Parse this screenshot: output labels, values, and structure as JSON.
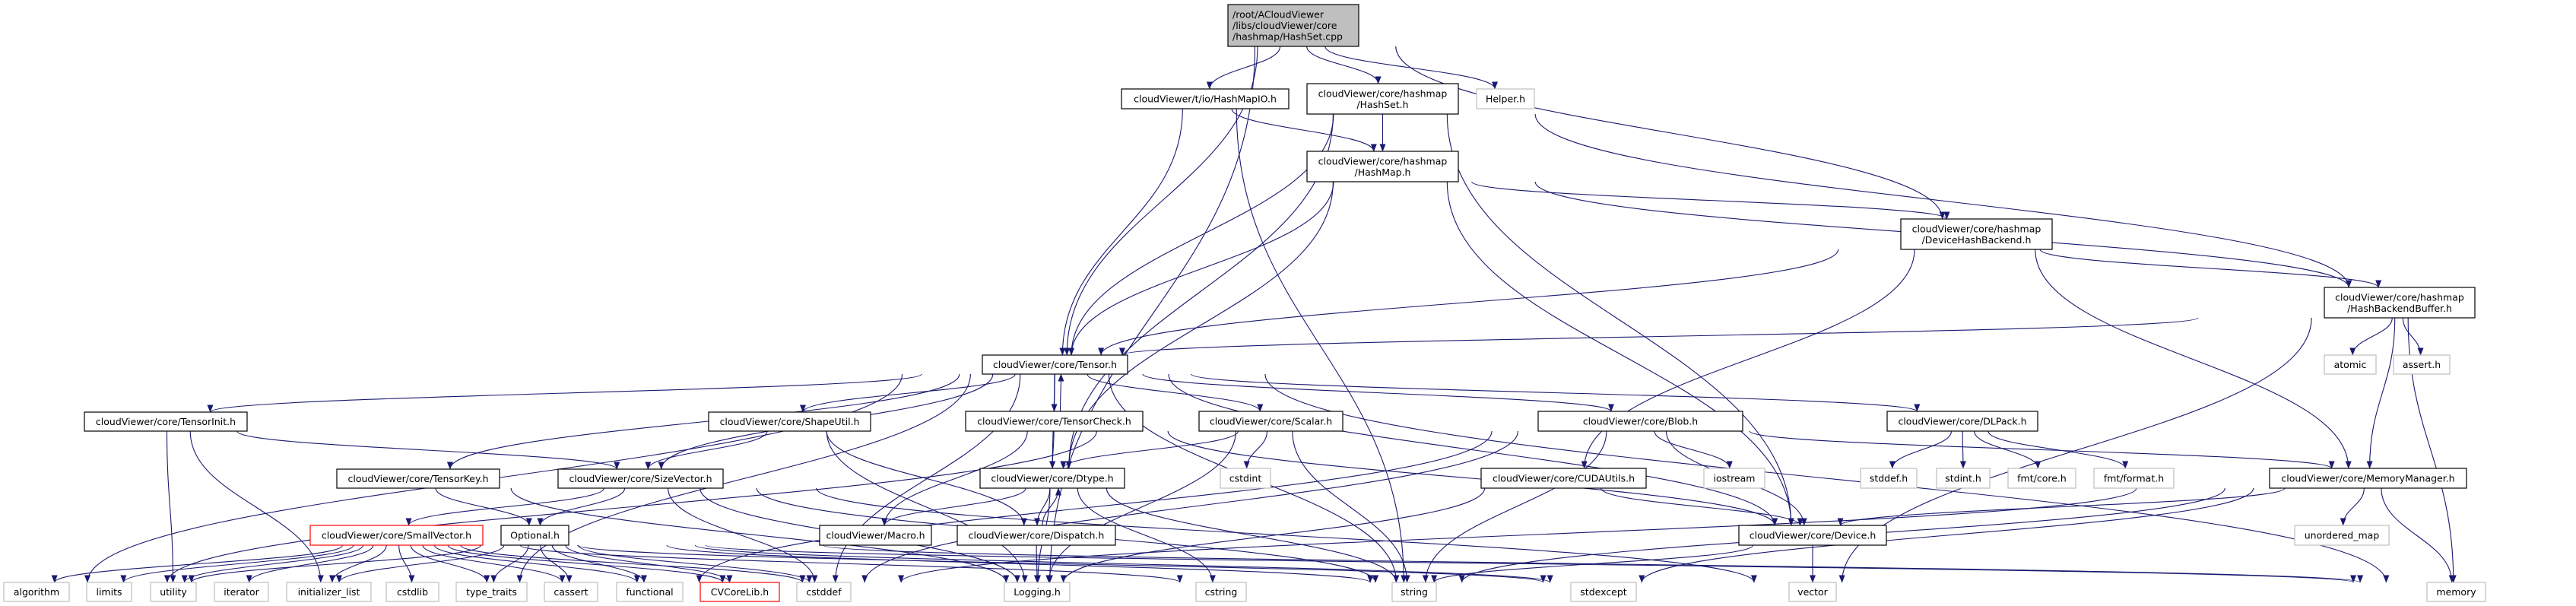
{
  "colors": {
    "edge": "#191970",
    "node_border": "#000000",
    "external_border": "#bfbfbf",
    "truncated_border": "#ff0000",
    "root_fill": "#bfbfbf",
    "node_fill": "#ffffff"
  },
  "nodes": [
    {
      "id": "root",
      "kind": "root",
      "lines": [
        "/root/ACloudViewer",
        "/libs/cloudViewer/core",
        "/hashmap/HashSet.cpp"
      ]
    },
    {
      "id": "hashmapio",
      "kind": "normal",
      "lines": [
        "cloudViewer/t/io/HashMapIO.h"
      ]
    },
    {
      "id": "hashset_h",
      "kind": "normal",
      "lines": [
        "cloudViewer/core/hashmap",
        "/HashSet.h"
      ]
    },
    {
      "id": "helper",
      "kind": "external",
      "lines": [
        "Helper.h"
      ]
    },
    {
      "id": "hashmap_h",
      "kind": "normal",
      "lines": [
        "cloudViewer/core/hashmap",
        "/HashMap.h"
      ]
    },
    {
      "id": "devhash",
      "kind": "normal",
      "lines": [
        "cloudViewer/core/hashmap",
        "/DeviceHashBackend.h"
      ]
    },
    {
      "id": "hbb",
      "kind": "normal",
      "lines": [
        "cloudViewer/core/hashmap",
        "/HashBackendBuffer.h"
      ]
    },
    {
      "id": "tensor",
      "kind": "normal",
      "lines": [
        "cloudViewer/core/Tensor.h"
      ]
    },
    {
      "id": "atomic",
      "kind": "external",
      "lines": [
        "atomic"
      ]
    },
    {
      "id": "assert",
      "kind": "external",
      "lines": [
        "assert.h"
      ]
    },
    {
      "id": "tensorinit",
      "kind": "normal",
      "lines": [
        "cloudViewer/core/TensorInit.h"
      ]
    },
    {
      "id": "shapeutil",
      "kind": "normal",
      "lines": [
        "cloudViewer/core/ShapeUtil.h"
      ]
    },
    {
      "id": "tensorcheck",
      "kind": "normal",
      "lines": [
        "cloudViewer/core/TensorCheck.h"
      ]
    },
    {
      "id": "scalar",
      "kind": "normal",
      "lines": [
        "cloudViewer/core/Scalar.h"
      ]
    },
    {
      "id": "blob",
      "kind": "normal",
      "lines": [
        "cloudViewer/core/Blob.h"
      ]
    },
    {
      "id": "dlpack",
      "kind": "normal",
      "lines": [
        "cloudViewer/core/DLPack.h"
      ]
    },
    {
      "id": "tensorkey",
      "kind": "normal",
      "lines": [
        "cloudViewer/core/TensorKey.h"
      ]
    },
    {
      "id": "sizevector",
      "kind": "normal",
      "lines": [
        "cloudViewer/core/SizeVector.h"
      ]
    },
    {
      "id": "dtype",
      "kind": "normal",
      "lines": [
        "cloudViewer/core/Dtype.h"
      ]
    },
    {
      "id": "cstdint",
      "kind": "external",
      "lines": [
        "cstdint"
      ]
    },
    {
      "id": "cudautils",
      "kind": "normal",
      "lines": [
        "cloudViewer/core/CUDAUtils.h"
      ]
    },
    {
      "id": "iostream",
      "kind": "external",
      "lines": [
        "iostream"
      ]
    },
    {
      "id": "stddef",
      "kind": "external",
      "lines": [
        "stddef.h"
      ]
    },
    {
      "id": "stdint",
      "kind": "external",
      "lines": [
        "stdint.h"
      ]
    },
    {
      "id": "fmtcore",
      "kind": "external",
      "lines": [
        "fmt/core.h"
      ]
    },
    {
      "id": "fmtformat",
      "kind": "external",
      "lines": [
        "fmt/format.h"
      ]
    },
    {
      "id": "memmgr",
      "kind": "normal",
      "lines": [
        "cloudViewer/core/MemoryManager.h"
      ]
    },
    {
      "id": "smallvector",
      "kind": "truncated",
      "lines": [
        "cloudViewer/core/SmallVector.h"
      ]
    },
    {
      "id": "optional",
      "kind": "normal",
      "lines": [
        "Optional.h"
      ]
    },
    {
      "id": "macro",
      "kind": "normal",
      "lines": [
        "cloudViewer/Macro.h"
      ]
    },
    {
      "id": "dispatch",
      "kind": "normal",
      "lines": [
        "cloudViewer/core/Dispatch.h"
      ]
    },
    {
      "id": "device",
      "kind": "normal",
      "lines": [
        "cloudViewer/core/Device.h"
      ]
    },
    {
      "id": "unordered_map",
      "kind": "external",
      "lines": [
        "unordered_map"
      ]
    },
    {
      "id": "algorithm",
      "kind": "external",
      "lines": [
        "algorithm"
      ]
    },
    {
      "id": "limits",
      "kind": "external",
      "lines": [
        "limits"
      ]
    },
    {
      "id": "utility",
      "kind": "external",
      "lines": [
        "utility"
      ]
    },
    {
      "id": "iterator",
      "kind": "external",
      "lines": [
        "iterator"
      ]
    },
    {
      "id": "initializer_list",
      "kind": "external",
      "lines": [
        "initializer_list"
      ]
    },
    {
      "id": "cstdlib",
      "kind": "external",
      "lines": [
        "cstdlib"
      ]
    },
    {
      "id": "type_traits",
      "kind": "external",
      "lines": [
        "type_traits"
      ]
    },
    {
      "id": "cassert",
      "kind": "external",
      "lines": [
        "cassert"
      ]
    },
    {
      "id": "functional",
      "kind": "external",
      "lines": [
        "functional"
      ]
    },
    {
      "id": "cvcorelib",
      "kind": "truncated",
      "lines": [
        "CVCoreLib.h"
      ]
    },
    {
      "id": "cstddef",
      "kind": "external",
      "lines": [
        "cstddef"
      ]
    },
    {
      "id": "logging",
      "kind": "external",
      "lines": [
        "Logging.h"
      ]
    },
    {
      "id": "cstring",
      "kind": "external",
      "lines": [
        "cstring"
      ]
    },
    {
      "id": "string",
      "kind": "external",
      "lines": [
        "string"
      ]
    },
    {
      "id": "stdexcept",
      "kind": "external",
      "lines": [
        "stdexcept"
      ]
    },
    {
      "id": "vector",
      "kind": "external",
      "lines": [
        "vector"
      ]
    },
    {
      "id": "memory",
      "kind": "external",
      "lines": [
        "memory"
      ]
    }
  ],
  "edges": [
    [
      "root",
      "hashmapio"
    ],
    [
      "root",
      "hashset_h"
    ],
    [
      "root",
      "helper"
    ],
    [
      "root",
      "tensor"
    ],
    [
      "root",
      "logging"
    ],
    [
      "root",
      "devhash"
    ],
    [
      "hashmapio",
      "hashmap_h"
    ],
    [
      "hashmapio",
      "tensor"
    ],
    [
      "hashmapio",
      "string"
    ],
    [
      "hashset_h",
      "hashmap_h"
    ],
    [
      "hashset_h",
      "tensor"
    ],
    [
      "hashset_h",
      "dtype"
    ],
    [
      "hashset_h",
      "device"
    ],
    [
      "hashset_h",
      "hbb"
    ],
    [
      "hashmap_h",
      "tensor"
    ],
    [
      "hashmap_h",
      "dtype"
    ],
    [
      "hashmap_h",
      "devhash"
    ],
    [
      "hashmap_h",
      "hbb"
    ],
    [
      "hashmap_h",
      "device"
    ],
    [
      "devhash",
      "tensor"
    ],
    [
      "devhash",
      "cudautils"
    ],
    [
      "devhash",
      "hbb"
    ],
    [
      "devhash",
      "memmgr"
    ],
    [
      "hbb",
      "tensor"
    ],
    [
      "hbb",
      "atomic"
    ],
    [
      "hbb",
      "assert"
    ],
    [
      "hbb",
      "memmgr"
    ],
    [
      "hbb",
      "memory"
    ],
    [
      "hbb",
      "vector"
    ],
    [
      "tensor",
      "algorithm"
    ],
    [
      "tensor",
      "tensorinit"
    ],
    [
      "tensor",
      "tensorkey"
    ],
    [
      "tensor",
      "sizevector"
    ],
    [
      "tensor",
      "shapeutil"
    ],
    [
      "tensor",
      "tensorcheck"
    ],
    [
      "tensor",
      "dtype"
    ],
    [
      "tensor",
      "scalar"
    ],
    [
      "tensor",
      "blob"
    ],
    [
      "tensor",
      "dlpack"
    ],
    [
      "tensor",
      "device"
    ],
    [
      "tensor",
      "cstddef"
    ],
    [
      "tensor",
      "string"
    ],
    [
      "tensor",
      "memory"
    ],
    [
      "tensor",
      "type_traits"
    ],
    [
      "tensorcheck",
      "tensor"
    ],
    [
      "tensorcheck",
      "dtype"
    ],
    [
      "tensorcheck",
      "macro"
    ],
    [
      "tensorcheck",
      "device"
    ],
    [
      "shapeutil",
      "sizevector"
    ],
    [
      "shapeutil",
      "dispatch"
    ],
    [
      "shapeutil",
      "logging"
    ],
    [
      "tensorinit",
      "sizevector"
    ],
    [
      "tensorinit",
      "utility"
    ],
    [
      "tensorinit",
      "initializer_list"
    ],
    [
      "tensorkey",
      "optional"
    ],
    [
      "tensorkey",
      "logging"
    ],
    [
      "sizevector",
      "smallvector"
    ],
    [
      "sizevector",
      "optional"
    ],
    [
      "sizevector",
      "cstddef"
    ],
    [
      "sizevector",
      "logging"
    ],
    [
      "sizevector",
      "vector"
    ],
    [
      "sizevector",
      "string"
    ],
    [
      "scalar",
      "dtype"
    ],
    [
      "scalar",
      "cstdint"
    ],
    [
      "scalar",
      "string"
    ],
    [
      "scalar",
      "logging"
    ],
    [
      "scalar",
      "limits"
    ],
    [
      "dtype",
      "macro"
    ],
    [
      "dtype",
      "dispatch"
    ],
    [
      "dtype",
      "logging"
    ],
    [
      "dtype",
      "cstring"
    ],
    [
      "dtype",
      "string"
    ],
    [
      "dispatch",
      "dtype"
    ],
    [
      "dispatch",
      "logging"
    ],
    [
      "blob",
      "device"
    ],
    [
      "blob",
      "iostream"
    ],
    [
      "blob",
      "string"
    ],
    [
      "blob",
      "cstddef"
    ],
    [
      "blob",
      "memmgr"
    ],
    [
      "blob",
      "functional"
    ],
    [
      "dlpack",
      "stddef"
    ],
    [
      "dlpack",
      "stdint"
    ],
    [
      "dlpack",
      "fmtcore"
    ],
    [
      "dlpack",
      "fmtformat"
    ],
    [
      "cudautils",
      "device"
    ],
    [
      "cudautils",
      "logging"
    ],
    [
      "memmgr",
      "device"
    ],
    [
      "memmgr",
      "unordered_map"
    ],
    [
      "memmgr",
      "memory"
    ],
    [
      "memmgr",
      "string"
    ],
    [
      "memmgr",
      "stdexcept"
    ],
    [
      "memmgr",
      "cstddef"
    ],
    [
      "device",
      "vector"
    ],
    [
      "device",
      "string"
    ],
    [
      "smallvector",
      "algorithm"
    ],
    [
      "smallvector",
      "limits"
    ],
    [
      "smallvector",
      "utility"
    ],
    [
      "smallvector",
      "iterator"
    ],
    [
      "smallvector",
      "initializer_list"
    ],
    [
      "smallvector",
      "cstdlib"
    ],
    [
      "smallvector",
      "type_traits"
    ],
    [
      "smallvector",
      "cassert"
    ],
    [
      "smallvector",
      "functional"
    ],
    [
      "smallvector",
      "cvcorelib"
    ],
    [
      "smallvector",
      "cstddef"
    ],
    [
      "smallvector",
      "memory"
    ],
    [
      "smallvector",
      "cstring"
    ],
    [
      "smallvector",
      "stdexcept"
    ],
    [
      "optional",
      "initializer_list"
    ],
    [
      "optional",
      "type_traits"
    ],
    [
      "optional",
      "cassert"
    ],
    [
      "optional",
      "functional"
    ],
    [
      "optional",
      "utility"
    ],
    [
      "optional",
      "stdexcept"
    ],
    [
      "optional",
      "memory"
    ],
    [
      "optional",
      "cvcorelib"
    ],
    [
      "optional",
      "cstddef"
    ],
    [
      "optional",
      "string"
    ]
  ]
}
